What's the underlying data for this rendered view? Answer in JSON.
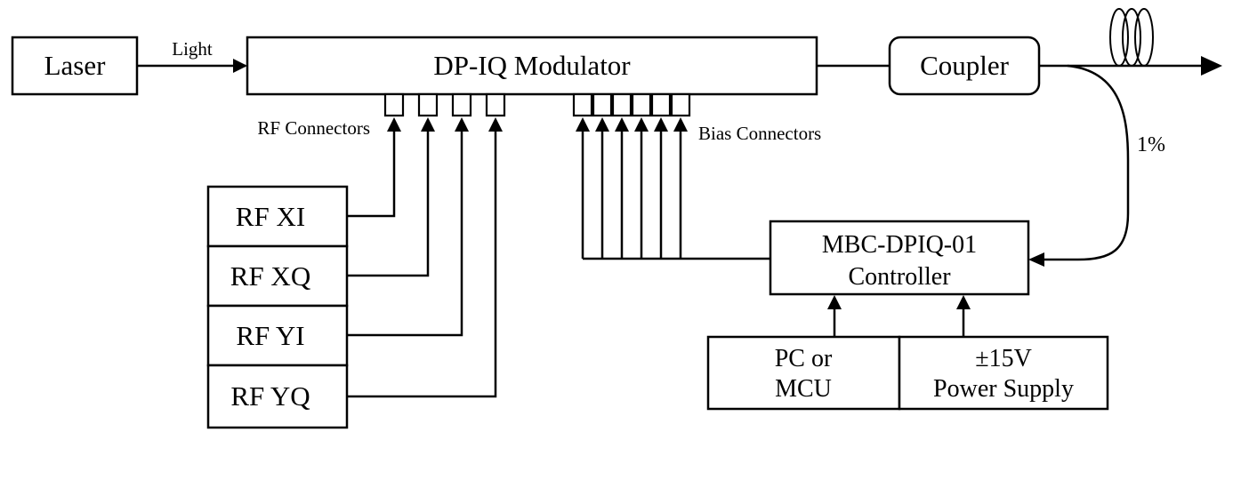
{
  "blocks": {
    "laser": "Laser",
    "modulator": "DP-IQ Modulator",
    "coupler": "Coupler",
    "controller_line1": "MBC-DPIQ-01",
    "controller_line2": "Controller",
    "pc_line1": "PC or",
    "pc_line2": "MCU",
    "power_line1": "±15V",
    "power_line2": "Power Supply",
    "rf_sources": [
      "RF XI",
      "RF XQ",
      "RF YI",
      "RF YQ"
    ]
  },
  "labels": {
    "light": "Light",
    "rf_connectors": "RF Connectors",
    "bias_connectors": "Bias Connectors",
    "tap_percent": "1%"
  },
  "colors": {
    "line": "#000000",
    "background": "#ffffff"
  }
}
